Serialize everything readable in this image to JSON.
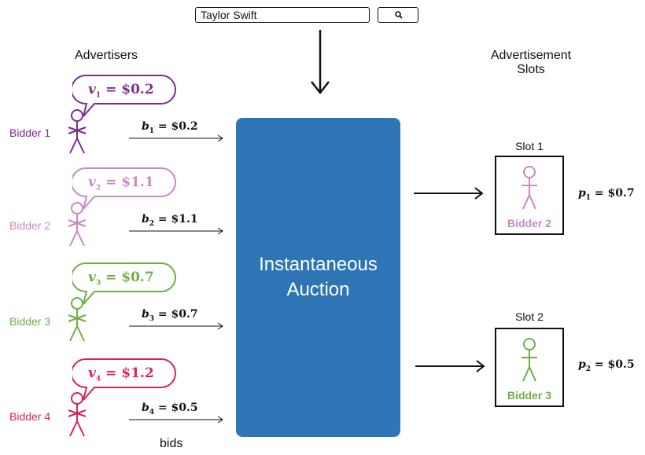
{
  "search": {
    "query": "Taylor Swift",
    "button_icon": "search-icon"
  },
  "headings": {
    "advertisers": "Advertisers",
    "slots_line1": "Advertisement",
    "slots_line2": "Slots",
    "bids": "bids"
  },
  "auction": {
    "line1": "Instantaneous",
    "line2": "Auction",
    "color": "#2e75b6"
  },
  "bidders": [
    {
      "label": "Bidder 1",
      "color": "#7b2d8e",
      "value_var": "v",
      "value_sub": "1",
      "value_amount": "$0.2",
      "bid_var": "b",
      "bid_sub": "1",
      "bid_amount": "$0.2"
    },
    {
      "label": "Bidder 2",
      "color": "#c48bc4",
      "value_var": "v",
      "value_sub": "2",
      "value_amount": "$1.1",
      "bid_var": "b",
      "bid_sub": "2",
      "bid_amount": "$1.1"
    },
    {
      "label": "Bidder 3",
      "color": "#70ad47",
      "value_var": "v",
      "value_sub": "3",
      "value_amount": "$0.7",
      "bid_var": "b",
      "bid_sub": "3",
      "bid_amount": "$0.7"
    },
    {
      "label": "Bidder 4",
      "color": "#d6245a",
      "value_var": "v",
      "value_sub": "4",
      "value_amount": "$1.2",
      "bid_var": "b",
      "bid_sub": "4",
      "bid_amount": "$0.5"
    }
  ],
  "slots": [
    {
      "title": "Slot 1",
      "winner": "Bidder 2",
      "winner_color": "#c48bc4",
      "price_var": "p",
      "price_sub": "1",
      "price_amount": "$0.7"
    },
    {
      "title": "Slot 2",
      "winner": "Bidder 3",
      "winner_color": "#70ad47",
      "price_var": "p",
      "price_sub": "2",
      "price_amount": "$0.5"
    }
  ]
}
